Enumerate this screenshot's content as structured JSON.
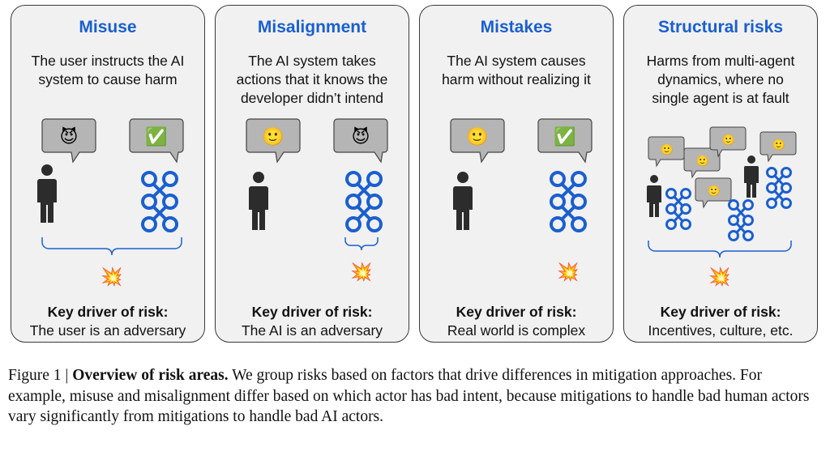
{
  "panels": [
    {
      "title": "Misuse",
      "desc_lines": [
        "The user instructs the AI",
        "system to cause harm"
      ],
      "driver_label": "Key driver of risk:",
      "driver_value": "The user is an adversary",
      "human_face": "😈",
      "ai_face": "✅",
      "burst": "💥"
    },
    {
      "title": "Misalignment",
      "desc_lines": [
        "The AI system takes",
        "actions that it knows the",
        "developer didn’t intend"
      ],
      "driver_label": "Key driver of risk:",
      "driver_value": "The AI is an adversary",
      "human_face": "🙂",
      "ai_face": "😈",
      "burst": "💥"
    },
    {
      "title": "Mistakes",
      "desc_lines": [
        "The AI system causes",
        "harm without realizing it"
      ],
      "driver_label": "Key driver of risk:",
      "driver_value": "Real world is complex",
      "human_face": "🙂",
      "ai_face": "✅",
      "burst": "💥"
    },
    {
      "title": "Structural risks",
      "desc_lines": [
        "Harms from multi-agent",
        "dynamics, where no",
        "single agent is at fault"
      ],
      "driver_label": "Key driver of risk:",
      "driver_value": "Incentives, culture, etc.",
      "agent_face": "🙂",
      "burst": "💥"
    }
  ],
  "caption": {
    "prefix": "Figure 1 | ",
    "bold": "Overview of risk areas.",
    "text": " We group risks based on factors that drive differences in mitigation approaches.  For example, misuse and misalignment differ based on which actor has bad intent, because mitigations to handle bad human actors vary significantly from mitigations to handle bad AI actors."
  },
  "colors": {
    "title": "#1a5fd0",
    "network": "#1a5fd0",
    "panel_bg": "#f1f1f1",
    "bubble": "#b5b5b5",
    "person": "#2c2c2c"
  }
}
